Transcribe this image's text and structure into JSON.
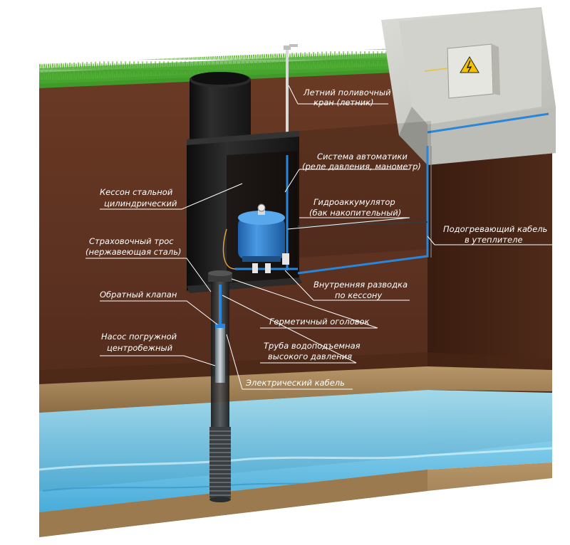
{
  "labels": {
    "summer_tap": [
      "Летний поливочный",
      "кран (летник)"
    ],
    "automation": [
      "Система автоматики",
      "(реле давления, манометр)"
    ],
    "caisson": [
      "Кессон стальной",
      "цилиндрический"
    ],
    "accumulator": [
      "Гидроаккумулятор",
      "(бак накопительный)"
    ],
    "heating_cable": [
      "Подогревающий кабель",
      "в утеплителе"
    ],
    "safety_rope": [
      "Страховочный трос",
      "(нержавеющая сталь)"
    ],
    "internal_piping": [
      "Внутренняя разводка",
      "по кессону"
    ],
    "check_valve": [
      "Обратный клапан"
    ],
    "sealed_head": [
      "Герметичный оголовок"
    ],
    "pump": [
      "Насос погружной",
      "центробежный"
    ],
    "riser_pipe": [
      "Труба водоподъемная",
      "высокого давления"
    ],
    "electric_cable": [
      "Электрический кабель"
    ]
  },
  "colors": {
    "grass": "#3f9a2a",
    "soil": "#5a3020",
    "soil_dark": "#3d1f14",
    "sand": "#a98a5c",
    "water": "#7fcde8",
    "caisson": "#1c1c1c",
    "tank": "#2e7cc8",
    "concrete": "#c9c9c4",
    "pipe": "#2a86d8",
    "warning": "#f2c200"
  },
  "icons": [
    "high-voltage-warning-icon"
  ]
}
